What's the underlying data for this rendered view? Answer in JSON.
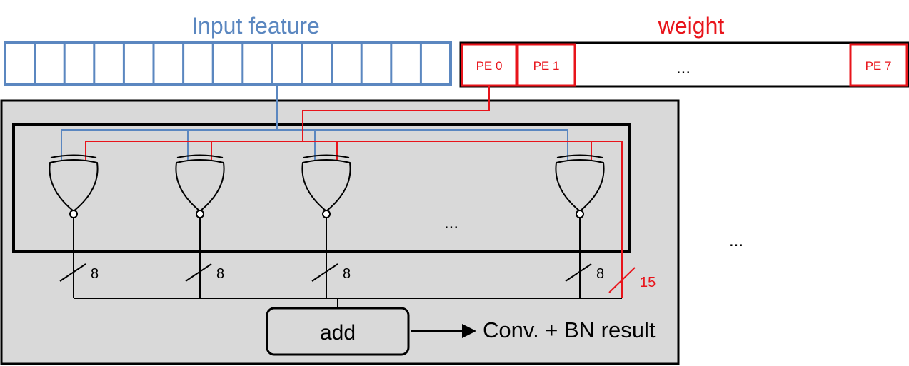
{
  "labels": {
    "input_feature": "Input feature",
    "weight": "weight",
    "pe_first": "PE 0",
    "pe_second": "PE 1",
    "pe_last": "PE 7",
    "weight_ellipsis": "...",
    "xnor_ellipsis": "...",
    "pe_ellipsis": "...",
    "bus_width": "8",
    "weight_bus_width": "15",
    "adder": "add",
    "result": "Conv. + BN result"
  },
  "colors": {
    "input_path": "#5b87c0",
    "weight_path": "#e8141b",
    "pe_background": "#d9d9d9",
    "outline": "#000000"
  },
  "structure": {
    "input_feature_cells": 15,
    "xnor_gates_shown": 4
  }
}
